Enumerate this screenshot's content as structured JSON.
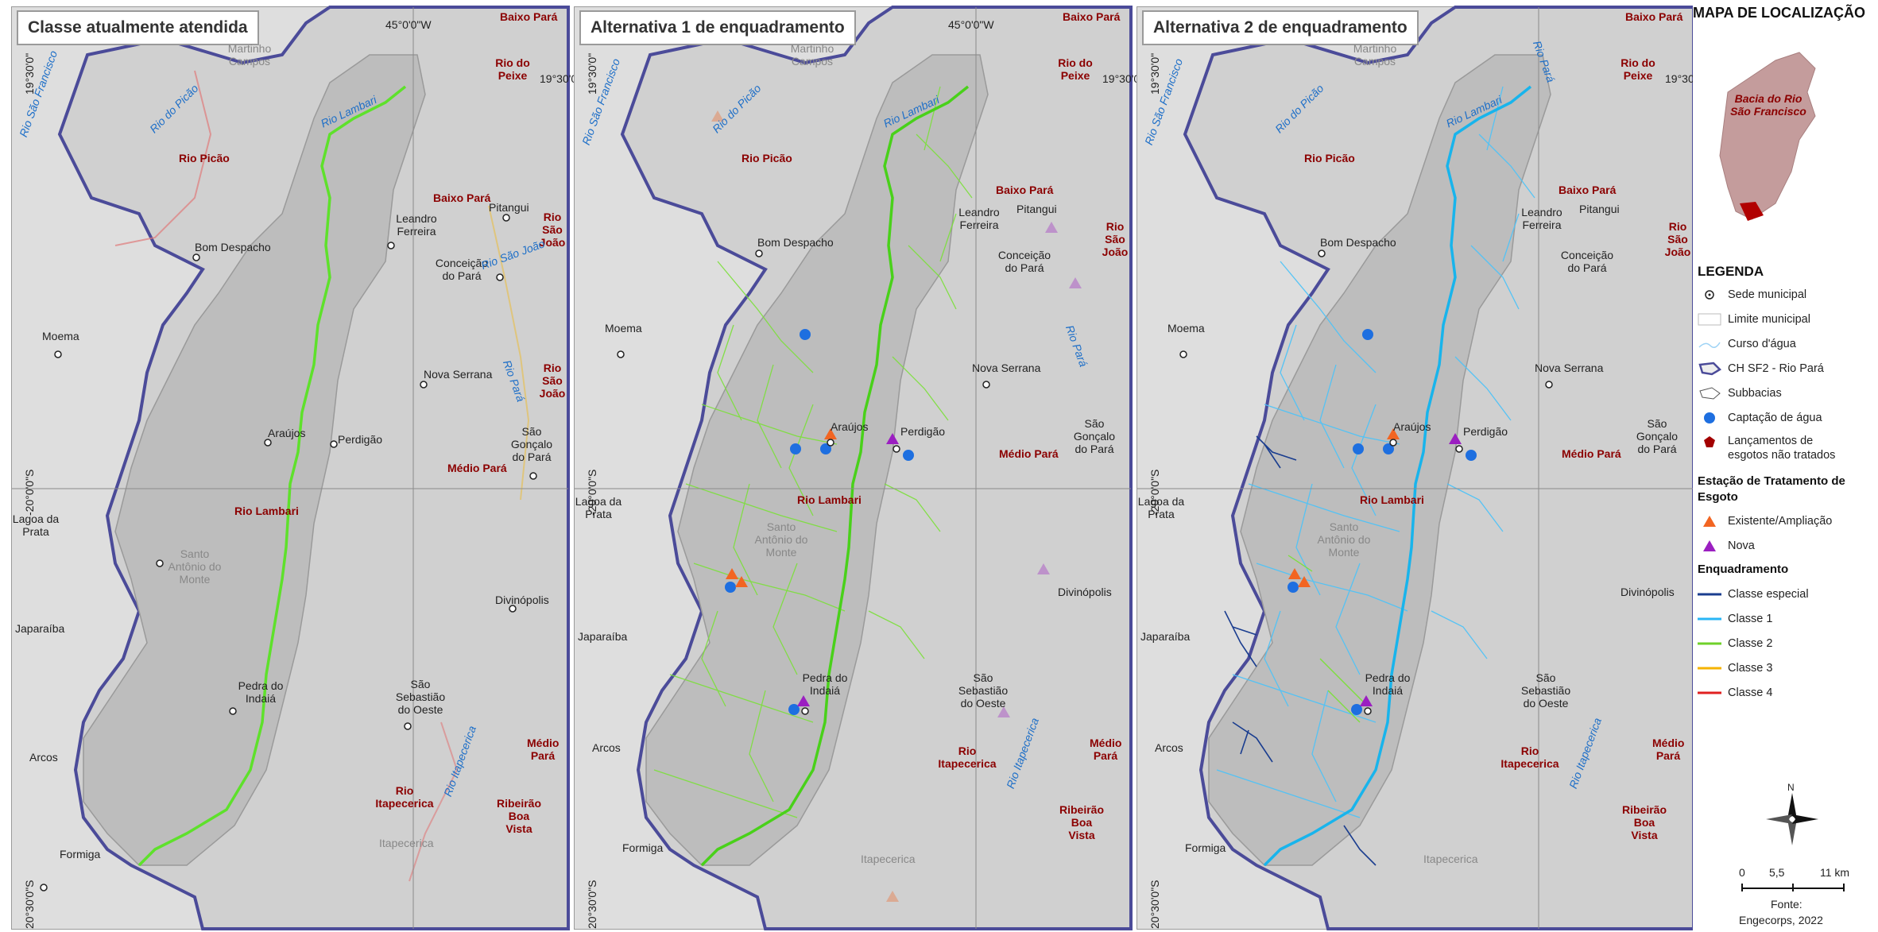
{
  "panels": [
    {
      "title": "Classe atualmente atendida"
    },
    {
      "title": "Alternativa 1 de enquadramento"
    },
    {
      "title": "Alternativa 2 de enquadramento"
    }
  ],
  "coords": {
    "lon": "45°0'0\"W",
    "lat1": "19°30'0\"S",
    "lat2": "-20°0'0\"S",
    "lat3": "-20°30'0\"S",
    "lat_cut": "19°30'0\"S",
    "lat1_vert": "19°30'0\"",
    "lat3_vert": "20°30'0\"S"
  },
  "places": {
    "maria_campos": "Martinho Campos",
    "bom_despacho": "Bom Despacho",
    "leandro_ferreira": "Leandro Ferreira",
    "pitangui": "Pitangui",
    "conceicao": "Conceição do Pará",
    "moema": "Moema",
    "nova_serrana": "Nova Serrana",
    "araujos": "Araújos",
    "perdigao": "Perdigão",
    "sao_goncalo": "São Gonçalo do Pará",
    "lagoa_prata": "Lagoa da Prata",
    "santo_antonio": "Santo Antônio do Monte",
    "japaraiba": "Japaraíba",
    "divinopolis": "Divinópolis",
    "pedra_indaia": "Pedra do Indaiá",
    "sao_sebastiao": "São Sebastião do Oeste",
    "arcos": "Arcos",
    "formiga": "Formiga",
    "itapecerica": "Itapecerica"
  },
  "basins": {
    "baixo_para": "Baixo Pará",
    "rio_do_peixe": "Rio do Peixe",
    "rio_picao": "Rio Picão",
    "rio_sao_joao": "Rio São João",
    "medio_para": "Médio Pará",
    "rio_lambari": "Rio Lambari",
    "rio_itapecerica": "Rio Itapecerica",
    "ribeirao_boa_vista": "Ribeirão Boa Vista"
  },
  "rivers": {
    "sao_francisco": "Rio São Francisco",
    "picao": "Rio do Picão",
    "lambari": "Rio Lambari",
    "sao_joao": "Rio São João",
    "para": "Rio Pará",
    "itapecerica": "Rio Itapecerica"
  },
  "locator": {
    "title": "MAPA DE LOCALIZAÇÃO",
    "label": "Bacia do Rio São Francisco"
  },
  "legend": {
    "title": "LEGENDA",
    "items": [
      {
        "label": "Sede municipal",
        "icon": "town-dot-icon"
      },
      {
        "label": "Limite municipal",
        "icon": "municipal-limit-icon"
      },
      {
        "label": "Curso d'água",
        "icon": "stream-line-icon"
      },
      {
        "label": "CH SF2 - Rio Pará",
        "icon": "basin-outline-icon"
      },
      {
        "label": "Subbacias",
        "icon": "subbasin-icon"
      },
      {
        "label": "Captação de água",
        "icon": "water-intake-icon"
      },
      {
        "label": "Lançamentos de esgotos não tratados",
        "icon": "sewage-pentagon-icon"
      }
    ],
    "ete_title": "Estação de Tratamento de Esgoto",
    "ete_items": [
      {
        "label": "Existente/Ampliação",
        "color": "#f26522"
      },
      {
        "label": "Nova",
        "color": "#9b1fc1"
      }
    ],
    "enq_title": "Enquadramento",
    "classes": [
      {
        "label": "Classe especial",
        "color": "#1a3d8f"
      },
      {
        "label": "Classe 1",
        "color": "#29b6f6"
      },
      {
        "label": "Classe 2",
        "color": "#6fd12a"
      },
      {
        "label": "Classe 3",
        "color": "#f5b300"
      },
      {
        "label": "Classe 4",
        "color": "#e02020"
      }
    ]
  },
  "north": "N",
  "scale": {
    "labels": [
      "0",
      "5,5",
      "11 km"
    ]
  },
  "source": {
    "line1": "Fonte:",
    "line2": "Engecorps, 2022"
  }
}
